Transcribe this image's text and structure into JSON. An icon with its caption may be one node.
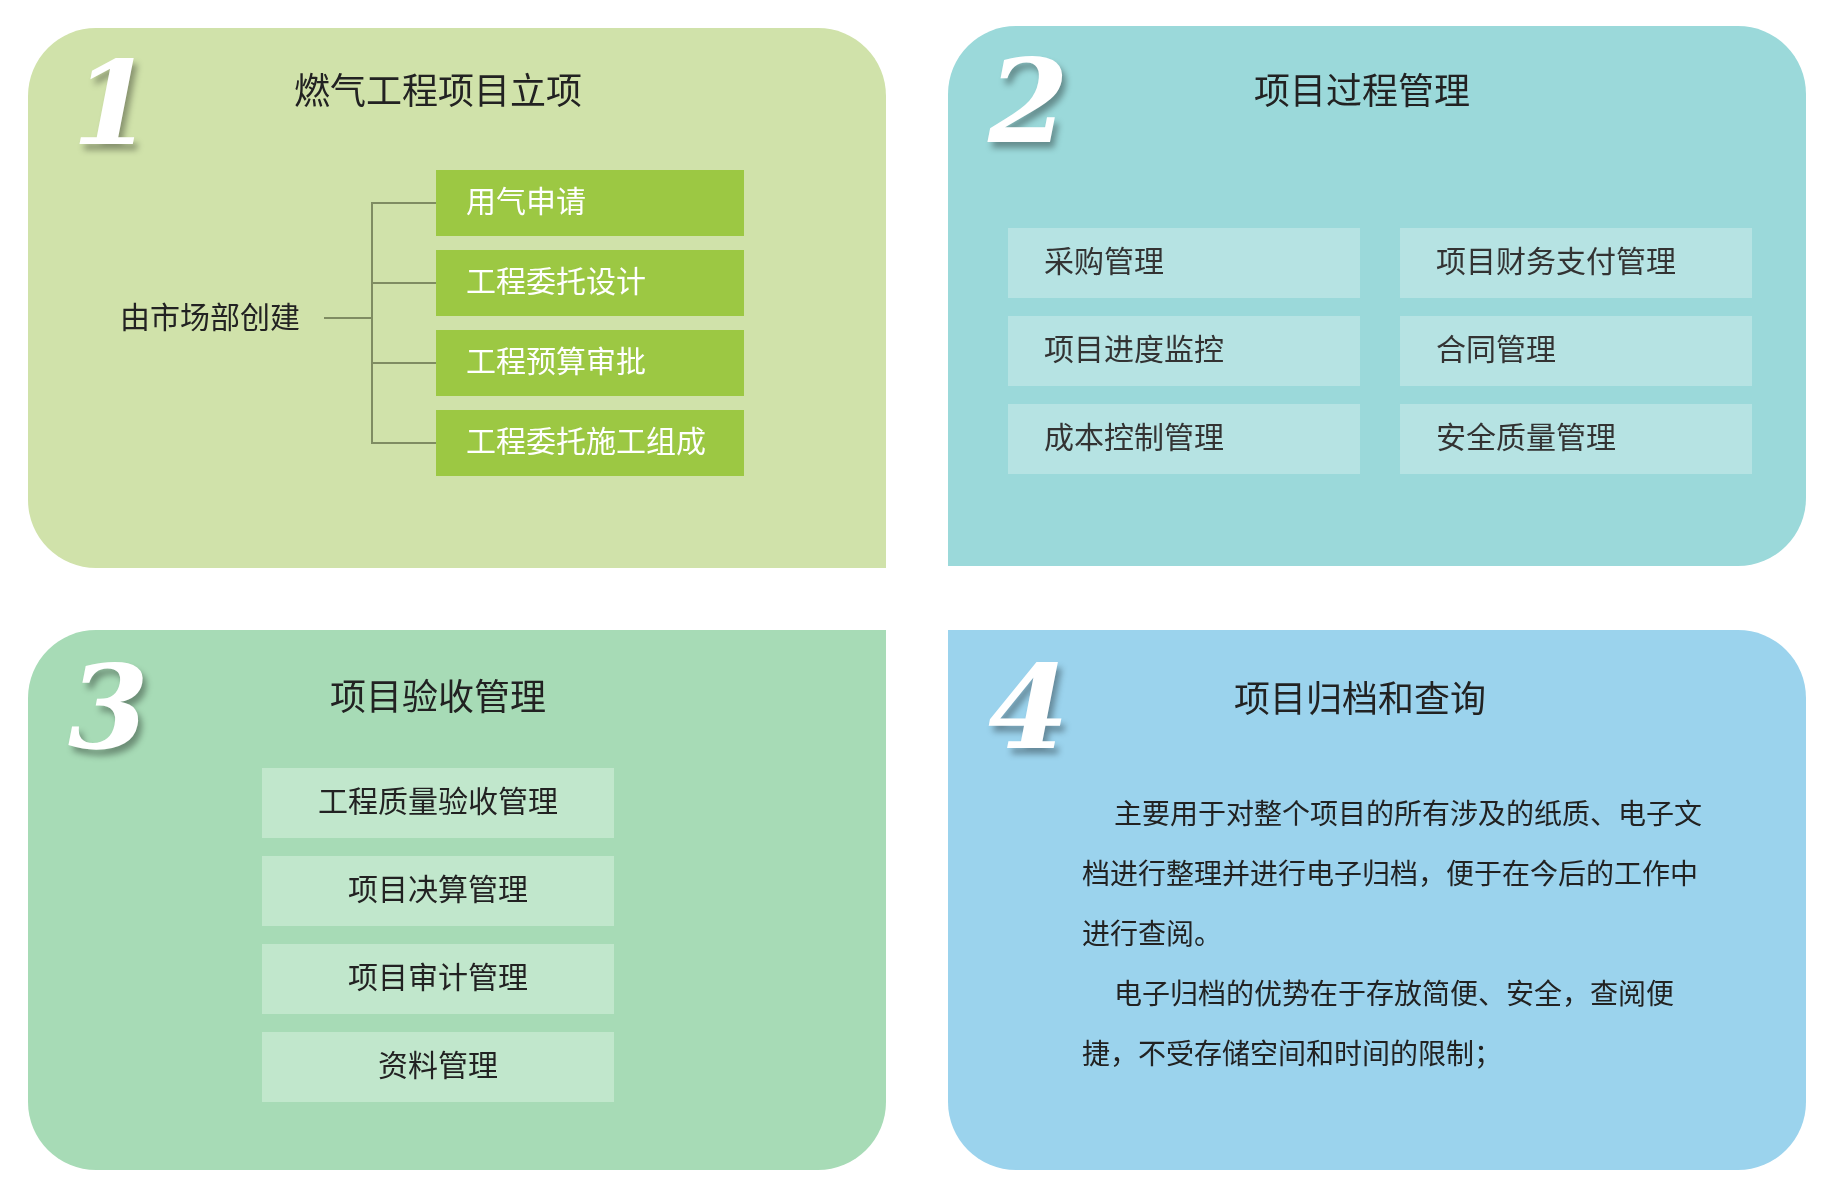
{
  "diagram": {
    "nodes": [
      {
        "text": [
          "1",
          "燃气工程项目立项"
        ]
      },
      {
        "text": [
          "由市场部创建"
        ],
        "in": 0
      },
      {
        "text": [
          "用气申请"
        ],
        "in": 0
      },
      {
        "text": [
          "工程委托设计"
        ],
        "in": 0
      },
      {
        "text": [
          "工程预算审批"
        ],
        "in": 0
      },
      {
        "text": [
          "工程委托施工组成"
        ],
        "in": 0
      },
      {
        "text": [
          "2",
          "项目过程管理"
        ]
      },
      {
        "text": [
          "采购管理"
        ],
        "in": 6
      },
      {
        "text": [
          "项目财务支付管理"
        ],
        "in": 6
      },
      {
        "text": [
          "项目进度监控"
        ],
        "in": 6
      },
      {
        "text": [
          "合同管理"
        ],
        "in": 6
      },
      {
        "text": [
          "成本控制管理"
        ],
        "in": 6
      },
      {
        "text": [
          "安全质量管理"
        ],
        "in": 6
      },
      {
        "text": [
          "3",
          "项目验收管理"
        ]
      },
      {
        "text": [
          "工程质量验收管理"
        ],
        "in": 13
      },
      {
        "text": [
          "项目决算管理"
        ],
        "in": 13
      },
      {
        "text": [
          "项目审计管理"
        ],
        "in": 13
      },
      {
        "text": [
          "资料管理"
        ],
        "in": 13
      },
      {
        "text": [
          "4",
          "项目归档和查询",
          "主要用于对整个项目的所有涉及的纸质、电子文档进行整理并进行电子归档，便于在今后的工作中进行查阅。",
          "电子归档的优势在于存放简便、安全，查阅便捷，不受存储空间和时间的限制；"
        ]
      }
    ],
    "edges": [
      {
        "from": 1,
        "to": 2,
        "arrow": "none"
      },
      {
        "from": 1,
        "to": 3,
        "arrow": "none"
      },
      {
        "from": 1,
        "to": 4,
        "arrow": "none"
      },
      {
        "from": 1,
        "to": 5,
        "arrow": "none"
      }
    ]
  }
}
